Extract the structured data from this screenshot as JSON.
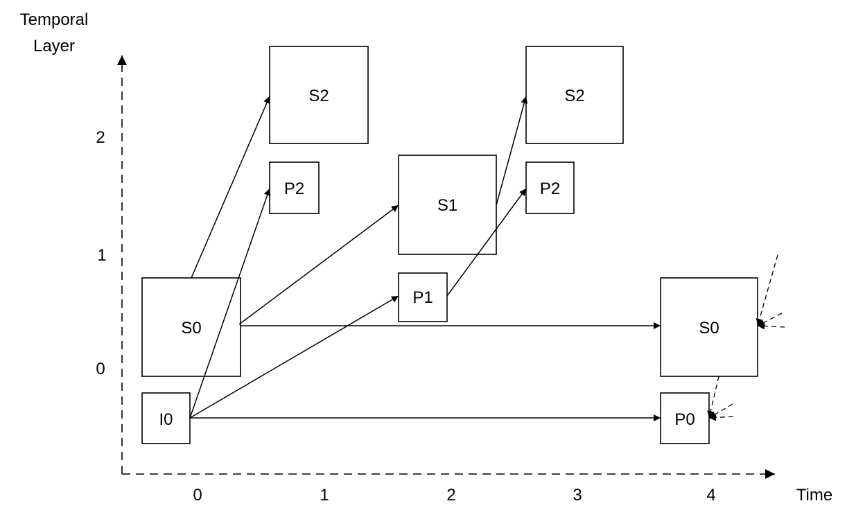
{
  "axes": {
    "y_title_line1": "Temporal",
    "y_title_line2": "Layer",
    "x_title": "Time",
    "y_ticks": [
      "0",
      "1",
      "2"
    ],
    "x_ticks": [
      "0",
      "1",
      "2",
      "3",
      "4"
    ]
  },
  "frames": {
    "s2_t1": "S2",
    "p2_t1": "P2",
    "s1_t2": "S1",
    "p1_t2": "P1",
    "s2_t3": "S2",
    "p2_t3": "P2",
    "s0_t0": "S0",
    "i0_t0": "I0",
    "s0_t4": "S0",
    "p0_t4": "P0"
  },
  "colors": {
    "stroke": "#000000",
    "box_fill": "#ffffff"
  }
}
